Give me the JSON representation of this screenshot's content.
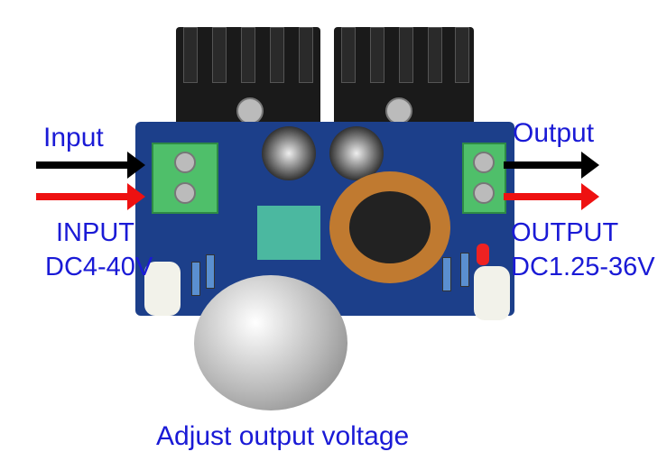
{
  "labels": {
    "input": "Input",
    "output": "Output",
    "input_spec_1": "INPUT",
    "input_spec_2": "DC4-40V",
    "output_spec_1": "OUTPUT",
    "output_spec_2": "DC1.25-36V",
    "caption": "Adjust output voltage"
  },
  "colors": {
    "text": "#1a1ad6",
    "arrow_black": "#000000",
    "arrow_red": "#ee1111"
  }
}
